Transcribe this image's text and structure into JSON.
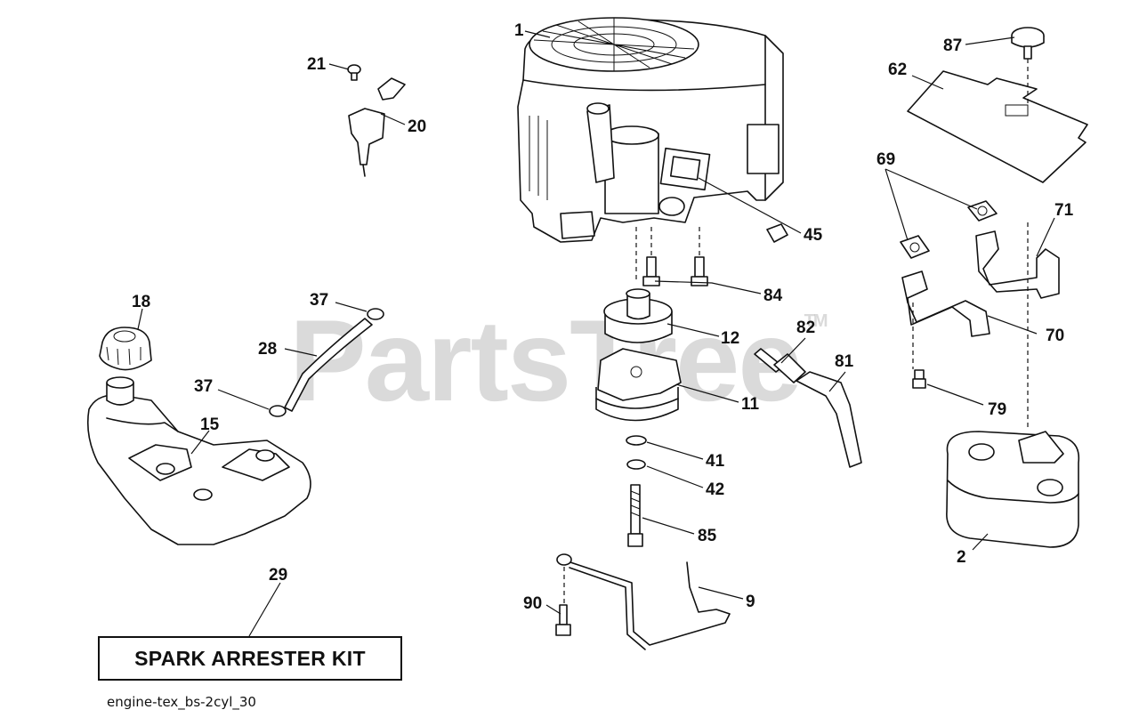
{
  "watermark": {
    "text": "PartsTree",
    "trademark": "TM"
  },
  "kit_label": "SPARK ARRESTER KIT",
  "diagram_code": "engine-tex_bs-2cyl_30",
  "callouts": {
    "c1": "1",
    "c2": "2",
    "c9": "9",
    "c11": "11",
    "c12": "12",
    "c15": "15",
    "c18": "18",
    "c20": "20",
    "c21": "21",
    "c28": "28",
    "c29": "29",
    "c37a": "37",
    "c37b": "37",
    "c41": "41",
    "c42": "42",
    "c45": "45",
    "c62": "62",
    "c69": "69",
    "c70": "70",
    "c71": "71",
    "c79": "79",
    "c81": "81",
    "c82": "82",
    "c84": "84",
    "c85": "85",
    "c87": "87",
    "c90": "90"
  }
}
